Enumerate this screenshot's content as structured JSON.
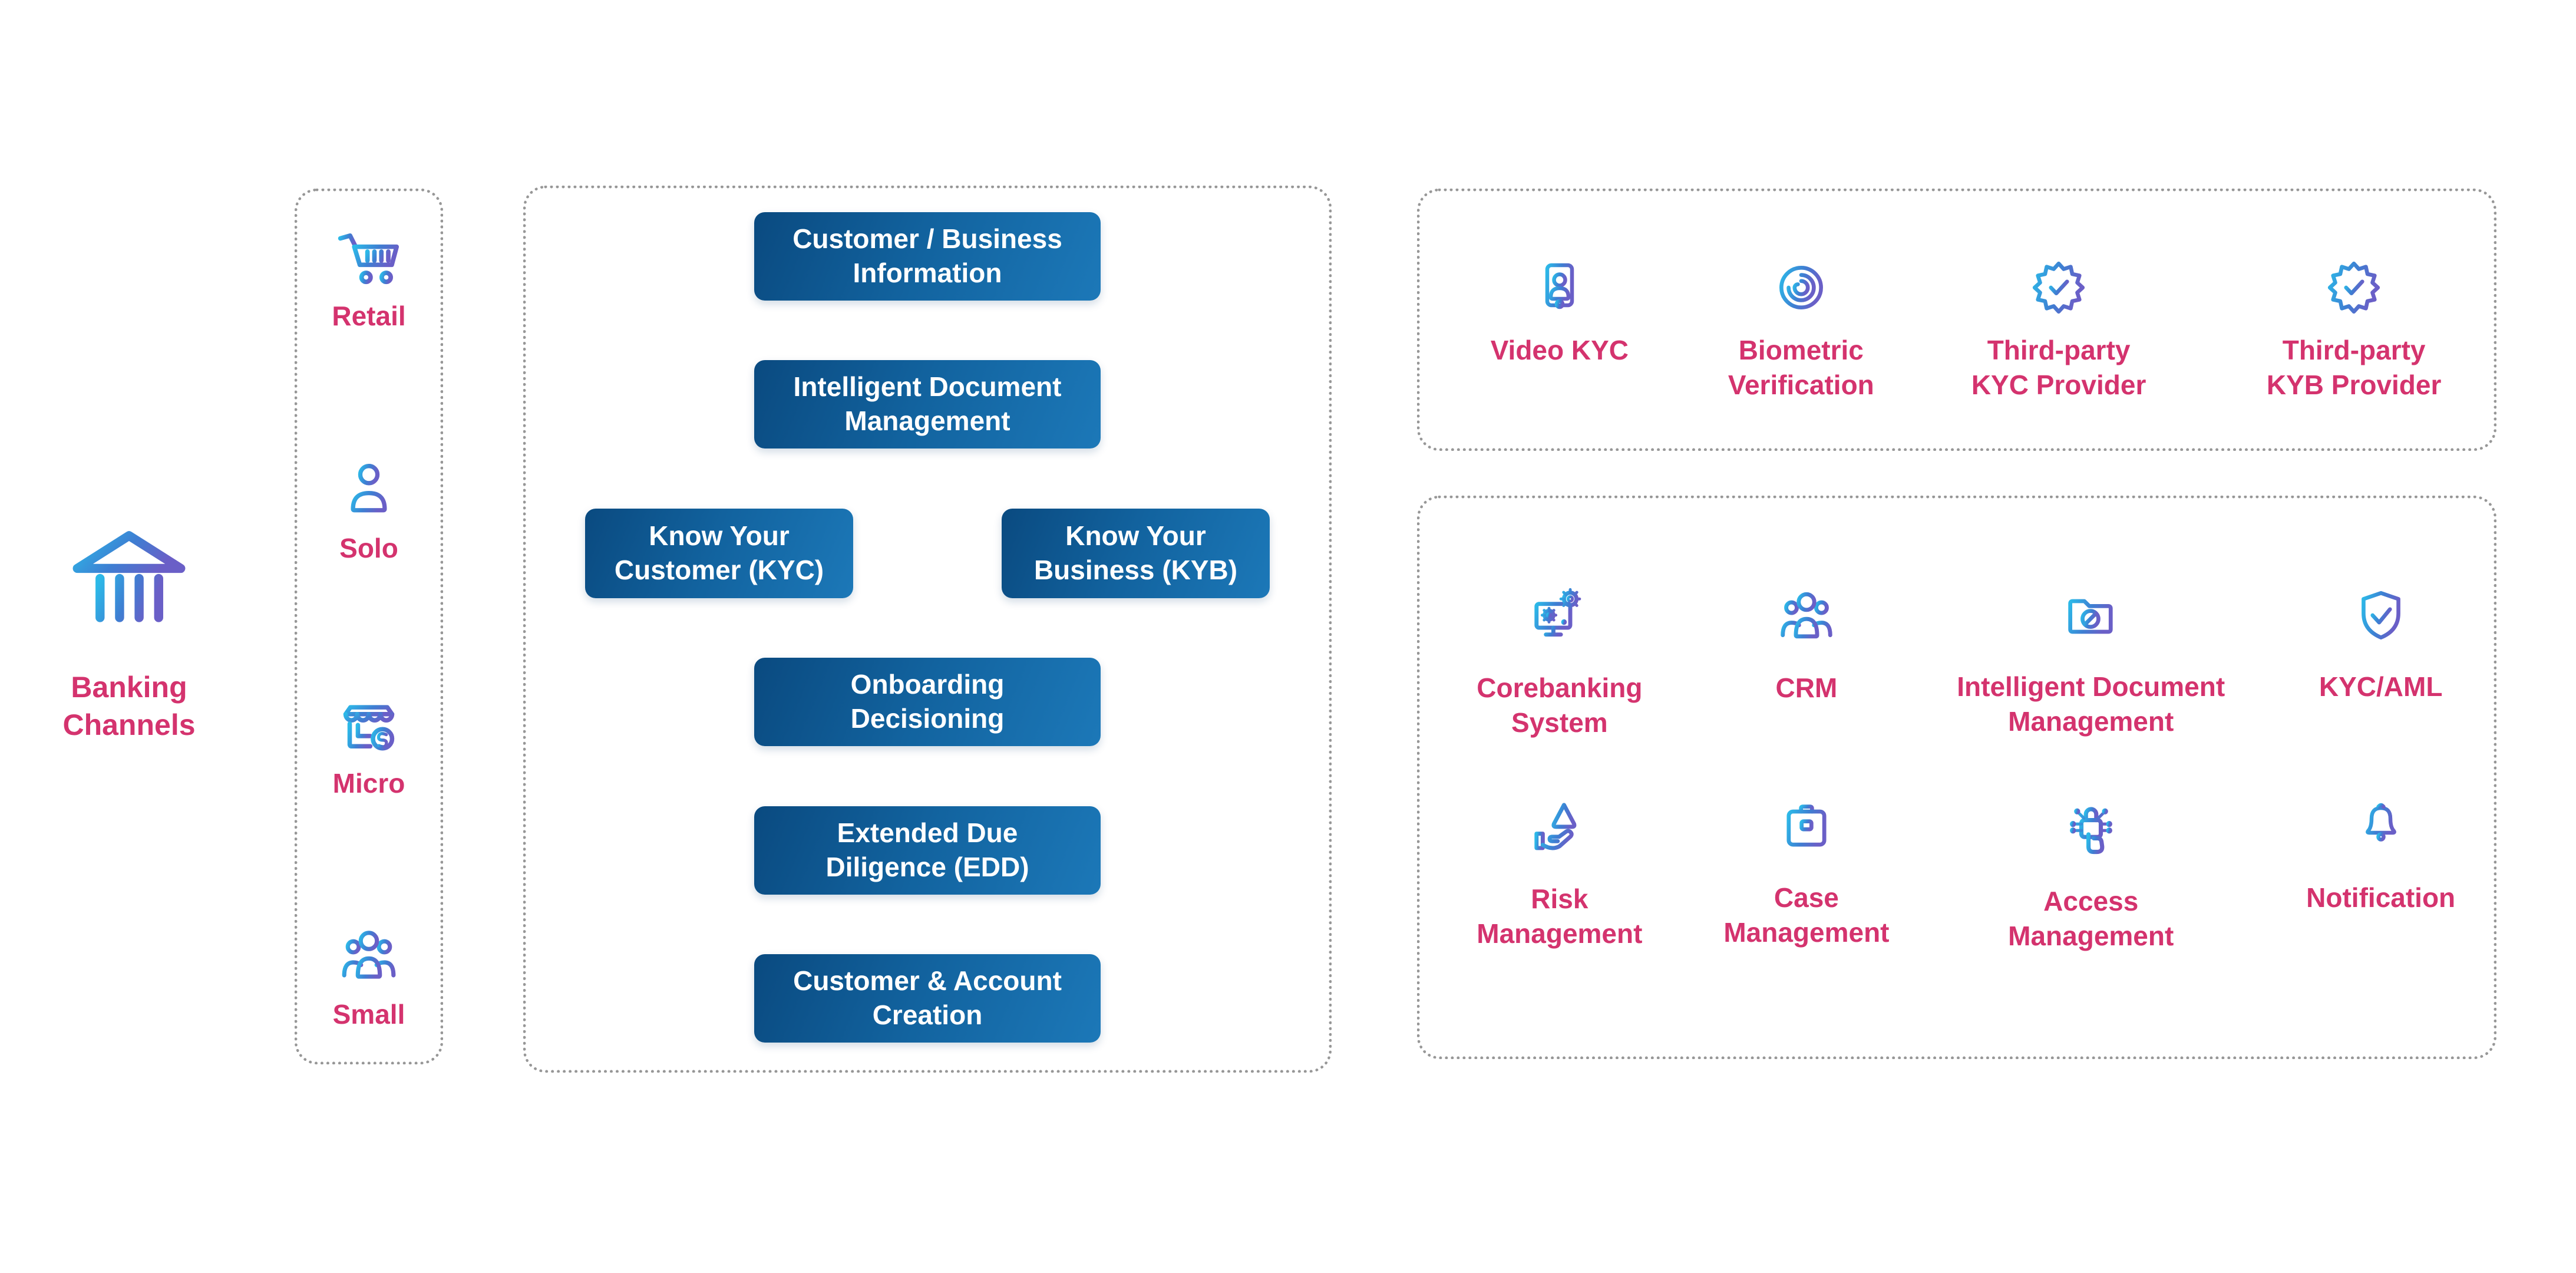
{
  "colors": {
    "accent_pink": "#d4336e",
    "button_gradient_start": "#0a4a80",
    "button_gradient_end": "#1c78b8",
    "icon_gradient_start": "#2cb9e8",
    "icon_gradient_mid": "#3e7ed2",
    "icon_gradient_end": "#6a5fc7",
    "dotted_border": "#979797",
    "background": "#ffffff"
  },
  "banking_channels": {
    "icon": "bank-icon",
    "label": "Banking\nChannels"
  },
  "channels_panel": {
    "items": [
      {
        "icon": "shopping-cart-icon",
        "label": "Retail"
      },
      {
        "icon": "person-icon",
        "label": "Solo"
      },
      {
        "icon": "storefront-dollar-icon",
        "label": "Micro"
      },
      {
        "icon": "people-group-icon",
        "label": "Small"
      }
    ]
  },
  "onboarding_flow": {
    "steps": [
      {
        "label": "Customer / Business\nInformation"
      },
      {
        "label": "Intelligent Document\nManagement"
      },
      {
        "label": "Know Your\nCustomer (KYC)"
      },
      {
        "label": "Know Your\nBusiness (KYB)"
      },
      {
        "label": "Onboarding\nDecisioning"
      },
      {
        "label": "Extended Due\nDiligence (EDD)"
      },
      {
        "label": "Customer & Account\nCreation"
      }
    ]
  },
  "verification_services": {
    "items": [
      {
        "icon": "id-card-person-icon",
        "label": "Video KYC"
      },
      {
        "icon": "fingerprint-icon",
        "label": "Biometric\nVerification"
      },
      {
        "icon": "certified-badge-icon",
        "label": "Third-party\nKYC Provider"
      },
      {
        "icon": "certified-badge-icon",
        "label": "Third-party\nKYB Provider"
      }
    ]
  },
  "backoffice_systems": {
    "row1": [
      {
        "icon": "monitor-gears-icon",
        "label": "Corebanking\nSystem"
      },
      {
        "icon": "people-group-icon",
        "label": "CRM"
      },
      {
        "icon": "folder-slash-icon",
        "label": "Intelligent Document\nManagement"
      },
      {
        "icon": "shield-check-icon",
        "label": "KYC/AML"
      }
    ],
    "row2": [
      {
        "icon": "hand-warning-icon",
        "label": "Risk\nManagement"
      },
      {
        "icon": "briefcase-icon",
        "label": "Case\nManagement"
      },
      {
        "icon": "circuit-lock-touch-icon",
        "label": "Access\nManagement"
      },
      {
        "icon": "bell-icon",
        "label": "Notification"
      }
    ]
  }
}
